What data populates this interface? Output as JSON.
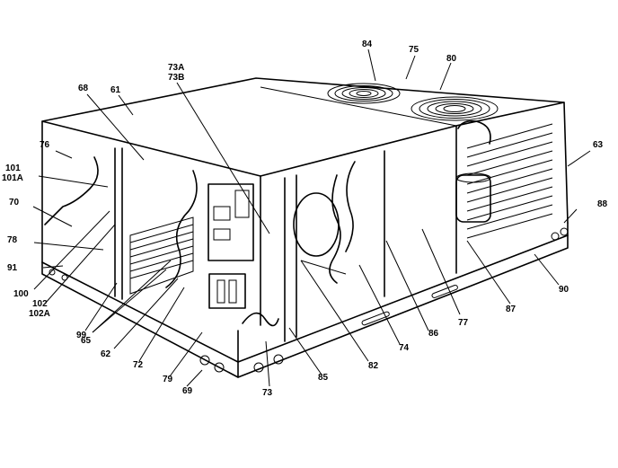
{
  "callouts": [
    {
      "id": "c84",
      "text": "84"
    },
    {
      "id": "c75",
      "text": "75"
    },
    {
      "id": "c80",
      "text": "80"
    },
    {
      "id": "c68",
      "text": "68"
    },
    {
      "id": "c61",
      "text": "61"
    },
    {
      "id": "c73a",
      "text": "73A"
    },
    {
      "id": "c73b",
      "text": "73B"
    },
    {
      "id": "c63",
      "text": "63"
    },
    {
      "id": "c76",
      "text": "76"
    },
    {
      "id": "c101",
      "text": "101"
    },
    {
      "id": "c101a",
      "text": "101A"
    },
    {
      "id": "c70",
      "text": "70"
    },
    {
      "id": "c78",
      "text": "78"
    },
    {
      "id": "c91",
      "text": "91"
    },
    {
      "id": "c100",
      "text": "100"
    },
    {
      "id": "c102",
      "text": "102"
    },
    {
      "id": "c102a",
      "text": "102A"
    },
    {
      "id": "c99",
      "text": "99"
    },
    {
      "id": "c65",
      "text": "65"
    },
    {
      "id": "c62",
      "text": "62"
    },
    {
      "id": "c72",
      "text": "72"
    },
    {
      "id": "c79",
      "text": "79"
    },
    {
      "id": "c69",
      "text": "69"
    },
    {
      "id": "c73",
      "text": "73"
    },
    {
      "id": "c85",
      "text": "85"
    },
    {
      "id": "c82",
      "text": "82"
    },
    {
      "id": "c74",
      "text": "74"
    },
    {
      "id": "c86",
      "text": "86"
    },
    {
      "id": "c77",
      "text": "77"
    },
    {
      "id": "c87",
      "text": "87"
    },
    {
      "id": "c88",
      "text": "88"
    },
    {
      "id": "c90",
      "text": "90"
    }
  ]
}
